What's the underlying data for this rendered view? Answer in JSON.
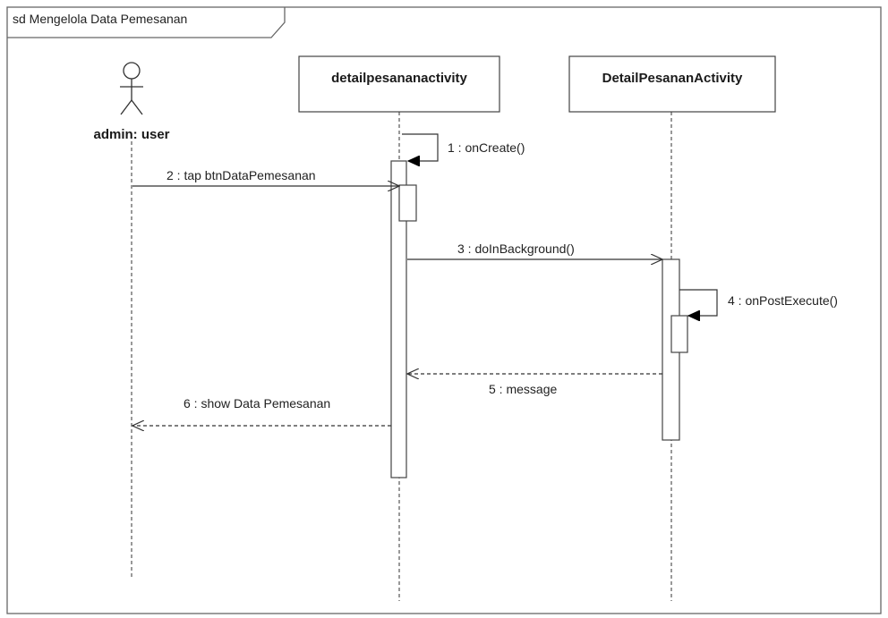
{
  "frame": {
    "title": "sd Mengelola Data Pemesanan"
  },
  "actor": {
    "label": "admin: user"
  },
  "lifelines": [
    {
      "label": "detailpesananactivity"
    },
    {
      "label": "DetailPesananActivity"
    }
  ],
  "messages": [
    {
      "label": "1 : onCreate()",
      "kind": "self-call"
    },
    {
      "label": "2 : tap btnDataPemesanan",
      "kind": "call"
    },
    {
      "label": "3 : doInBackground()",
      "kind": "call"
    },
    {
      "label": "4 : onPostExecute()",
      "kind": "self-call"
    },
    {
      "label": "5 : message",
      "kind": "return"
    },
    {
      "label": "6 : show Data Pemesanan",
      "kind": "return"
    }
  ]
}
